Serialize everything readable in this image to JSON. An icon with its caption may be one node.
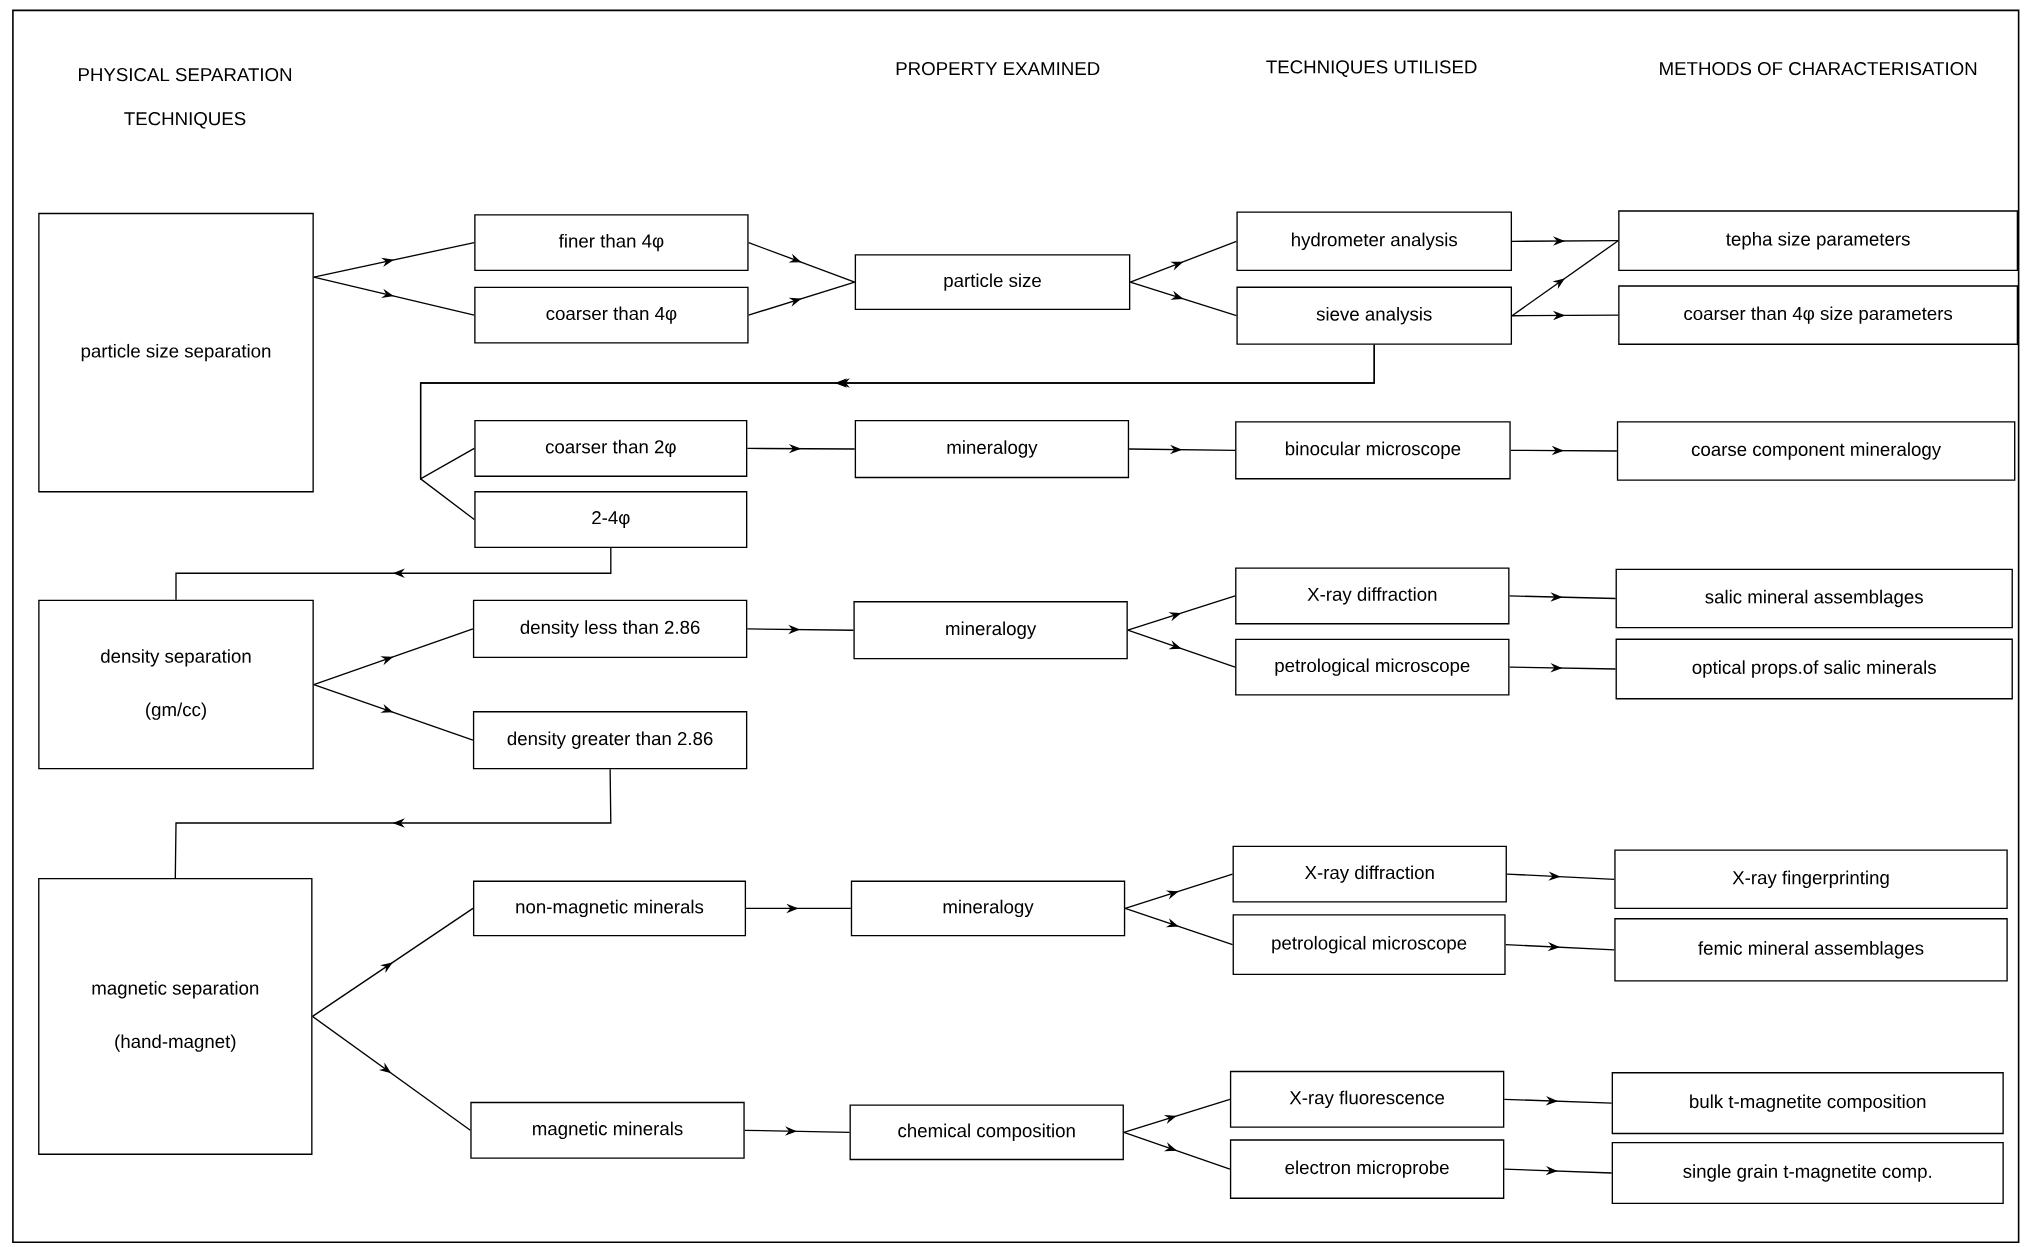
{
  "diagram": {
    "nodes": [
      {
        "text": [
          "particle size separation"
        ]
      },
      {
        "text": [
          "finer than 4φ"
        ]
      },
      {
        "text": [
          "coarser than 4φ"
        ]
      },
      {
        "text": [
          "particle size"
        ]
      },
      {
        "text": [
          "hydrometer analysis"
        ]
      },
      {
        "text": [
          "sieve analysis"
        ]
      },
      {
        "text": [
          "tepha size parameters"
        ]
      },
      {
        "text": [
          "coarser than 4φ size parameters"
        ]
      },
      {
        "text": [
          "coarser than 2φ"
        ]
      },
      {
        "text": [
          "2-4φ"
        ]
      },
      {
        "text": [
          "mineralogy"
        ]
      },
      {
        "text": [
          "binocular microscope"
        ]
      },
      {
        "text": [
          "coarse component mineralogy"
        ]
      },
      {
        "text": [
          "density separation",
          "(gm/cc)"
        ]
      },
      {
        "text": [
          "density less than 2.86"
        ]
      },
      {
        "text": [
          "density greater than 2.86"
        ]
      },
      {
        "text": [
          "mineralogy"
        ]
      },
      {
        "text": [
          "X-ray diffraction"
        ]
      },
      {
        "text": [
          "petrological microscope"
        ]
      },
      {
        "text": [
          "salic mineral assemblages"
        ]
      },
      {
        "text": [
          "optical props.of salic minerals"
        ]
      },
      {
        "text": [
          "magnetic separation",
          "(hand-magnet)"
        ]
      },
      {
        "text": [
          "non-magnetic minerals"
        ]
      },
      {
        "text": [
          "magnetic minerals"
        ]
      },
      {
        "text": [
          "mineralogy"
        ]
      },
      {
        "text": [
          "X-ray diffraction"
        ]
      },
      {
        "text": [
          "petrological microscope"
        ]
      },
      {
        "text": [
          "X-ray fingerprinting"
        ]
      },
      {
        "text": [
          "femic mineral assemblages"
        ]
      },
      {
        "text": [
          "chemical composition"
        ]
      },
      {
        "text": [
          "X-ray fluorescence"
        ]
      },
      {
        "text": [
          "electron microprobe"
        ]
      },
      {
        "text": [
          "bulk t-magnetite composition"
        ]
      },
      {
        "text": [
          "single grain t-magnetite comp."
        ]
      }
    ],
    "edges": [
      {
        "from": 0,
        "to": 1,
        "arrow": "to"
      },
      {
        "from": 0,
        "to": 2,
        "arrow": "to"
      },
      {
        "from": 1,
        "to": 3,
        "arrow": "to"
      },
      {
        "from": 2,
        "to": 3,
        "arrow": "to"
      },
      {
        "from": 3,
        "to": 4,
        "arrow": "to"
      },
      {
        "from": 3,
        "to": 5,
        "arrow": "to"
      },
      {
        "from": 4,
        "to": 6,
        "arrow": "to"
      },
      {
        "from": 5,
        "to": 6,
        "arrow": "to"
      },
      {
        "from": 5,
        "to": 7,
        "arrow": "to"
      },
      {
        "from": 5,
        "to": 8,
        "arrow": "to"
      },
      {
        "from": 5,
        "to": 9,
        "arrow": "to"
      },
      {
        "from": 8,
        "to": 10,
        "arrow": "to"
      },
      {
        "from": 10,
        "to": 11,
        "arrow": "to"
      },
      {
        "from": 11,
        "to": 12,
        "arrow": "to"
      },
      {
        "from": 9,
        "to": 13,
        "arrow": "to"
      },
      {
        "from": 13,
        "to": 14,
        "arrow": "to"
      },
      {
        "from": 13,
        "to": 15,
        "arrow": "to"
      },
      {
        "from": 14,
        "to": 16,
        "arrow": "to"
      },
      {
        "from": 16,
        "to": 17,
        "arrow": "to"
      },
      {
        "from": 16,
        "to": 18,
        "arrow": "to"
      },
      {
        "from": 17,
        "to": 19,
        "arrow": "to"
      },
      {
        "from": 18,
        "to": 20,
        "arrow": "to"
      },
      {
        "from": 15,
        "to": 21,
        "arrow": "to"
      },
      {
        "from": 21,
        "to": 22,
        "arrow": "to"
      },
      {
        "from": 21,
        "to": 23,
        "arrow": "to"
      },
      {
        "from": 22,
        "to": 24,
        "arrow": "to"
      },
      {
        "from": 24,
        "to": 25,
        "arrow": "to"
      },
      {
        "from": 24,
        "to": 26,
        "arrow": "to"
      },
      {
        "from": 25,
        "to": 27,
        "arrow": "to"
      },
      {
        "from": 26,
        "to": 28,
        "arrow": "to"
      },
      {
        "from": 23,
        "to": 29,
        "arrow": "to"
      },
      {
        "from": 29,
        "to": 30,
        "arrow": "to"
      },
      {
        "from": 29,
        "to": 31,
        "arrow": "to"
      },
      {
        "from": 30,
        "to": 32,
        "arrow": "to"
      },
      {
        "from": 31,
        "to": 33,
        "arrow": "to"
      }
    ],
    "labels": [
      "PHYSICAL SEPARATION TECHNIQUES",
      "PROPERTY EXAMINED",
      "TECHNIQUES UTILISED",
      "METHODS OF CHARACTERISATION"
    ]
  }
}
